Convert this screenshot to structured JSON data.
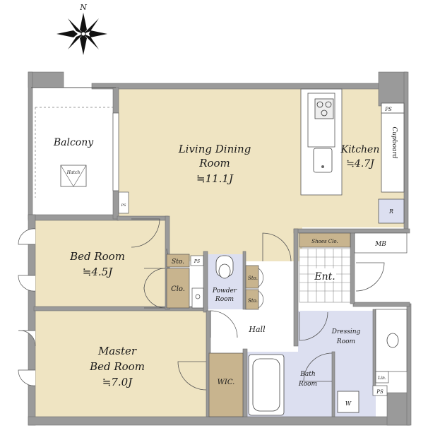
{
  "colors": {
    "wall": "#9a9a9a",
    "wall_edge": "#6f6f6f",
    "main_floor": "#efe4c2",
    "storage_floor": "#c8b48e",
    "wet_floor": "#dcdff0",
    "white": "#ffffff",
    "line": "#555555"
  },
  "compass": {
    "north": "N"
  },
  "rooms": {
    "balcony": {
      "name": "Balcony",
      "hatch": "Hatch"
    },
    "living": {
      "line1": "Living Dining",
      "line2": "Room",
      "size": "≒11.1J"
    },
    "kitchen": {
      "name": "Kitchen",
      "size": "≒4.7J",
      "cupboard": "Cupboard",
      "ps": "PS",
      "r": "R"
    },
    "bed": {
      "name": "Bed Room",
      "size": "≒4.5J",
      "clo": "Clo.",
      "sto": "Sto.",
      "ps": "PS"
    },
    "master": {
      "line1": "Master",
      "line2": "Bed Room",
      "size": "≒7.0J",
      "wic": "WIC."
    },
    "powder": {
      "line1": "Powder",
      "line2": "Room"
    },
    "storage": {
      "sto_a": "Sto.",
      "sto_b": "Sto."
    },
    "shoes": "Shoes Clo.",
    "entrance": "Ent.",
    "mb": "MB",
    "hall": "Hall",
    "dressing": {
      "line1": "Dressing",
      "line2": "Room"
    },
    "bath": {
      "line1": "Bath",
      "line2": "Room"
    },
    "lin": "Lin.",
    "ps_bottom": "PS",
    "washer": "W",
    "ps_small": "PS"
  }
}
